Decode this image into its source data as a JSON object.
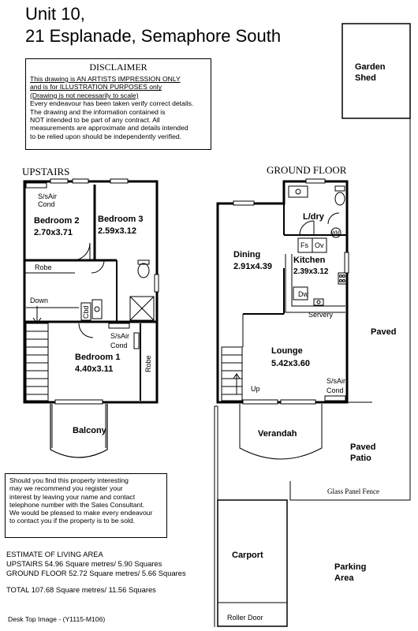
{
  "header": {
    "line1": "Unit 10,",
    "line2": "21 Esplanade, Semaphore South"
  },
  "disclaimer": {
    "heading": "DISCLAIMER",
    "lines": [
      "This drawing is AN ARTISTS IMPRESSION ONLY",
      "and is for ILLUSTRATION PURPOSES only",
      "(Drawing is not necessarily to scale)",
      "Every endeavour has been taken verify correct details.",
      "The drawing and the information contained is",
      "NOT intended to be part of any contract.  All",
      "measurements are approximate and details intended",
      "to be relied upon should be independently verified."
    ]
  },
  "upstairs": {
    "heading": "UPSTAIRS",
    "bedroom2": {
      "name": "Bedroom 2",
      "size": "2.70x3.71",
      "aircon": [
        "S/sAir",
        "Cond"
      ]
    },
    "bedroom3": {
      "name": "Bedroom 3",
      "size": "2.59x3.12"
    },
    "robe_top": "Robe",
    "down": "Down",
    "cbd": "Cbd",
    "bedroom1": {
      "name": "Bedroom 1",
      "size": "4.40x3.11",
      "aircon": [
        "S/sAir",
        "Cond"
      ]
    },
    "robe_side": "Robe",
    "balcony": "Balcony"
  },
  "ground": {
    "heading": "GROUND FLOOR",
    "laundry": "L/dry",
    "wm": "WM",
    "fs": "Fs",
    "ov": "Ov",
    "dining": {
      "name": "Dining",
      "size": "2.91x4.39"
    },
    "kitchen": {
      "name": "Kitchen",
      "size": "2.39x3.12"
    },
    "dw": "Dw",
    "servery": "Servery",
    "lounge": {
      "name": "Lounge",
      "size": "5.42x3.60"
    },
    "up": "Up",
    "aircon": [
      "S/sAir",
      "Cond"
    ],
    "verandah": "Verandah"
  },
  "outside": {
    "garden_shed": [
      "Garden",
      "Shed"
    ],
    "paved": "Paved",
    "paved_patio": [
      "Paved",
      "Patio"
    ],
    "glass_fence": "Glass Panel Fence",
    "carport": "Carport",
    "roller_door": "Roller Door",
    "parking": [
      "Parking",
      "Area"
    ]
  },
  "interest": {
    "lines": [
      "Should you find this property interesting",
      "may we recommend you register your",
      "interest by leaving your name and contact",
      "telephone number with the Sales Consultant.",
      "We would be pleased to make every endeavour",
      "to contact you if the property is to be sold."
    ]
  },
  "area": {
    "heading": "ESTIMATE OF LIVING AREA",
    "upstairs": "UPSTAIRS 54.96 Square metres/ 5.90  Squares",
    "ground": "GROUND FLOOR 52.72 Square metres/  5.66 Squares",
    "total": "TOTAL  107.68 Square metres/  11.56 Squares"
  },
  "footer": "Desk Top Image - (Y1115-M106)"
}
